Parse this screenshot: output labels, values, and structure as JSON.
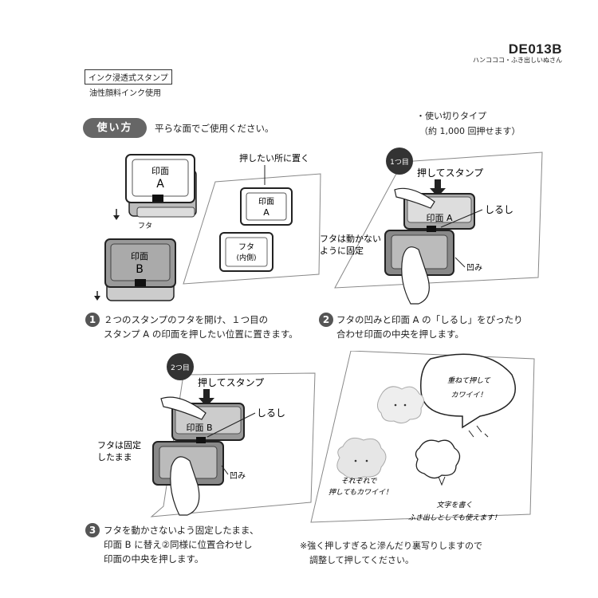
{
  "header": {
    "product_code": "DE013B",
    "product_name": "ハンコココ・ふき出しいぬさん"
  },
  "product_info": {
    "type_label": "インク浸透式スタンプ",
    "ink_label": "油性顔料インク使用"
  },
  "usage": {
    "badge": "使い方",
    "note": "平らな面でご使用ください。",
    "type_line1": "・使い切りタイプ",
    "type_line2": "（約 1,000 回押せます）"
  },
  "panel1": {
    "stamp_a_label": "印面",
    "stamp_a_letter": "A",
    "lid_label": "フタ",
    "stamp_b_label": "印面",
    "stamp_b_letter": "B",
    "place_label": "押したい所に置く",
    "paper_a_label": "印面",
    "paper_a_letter": "A",
    "paper_lid_label": "フタ",
    "paper_lid_sub": "(内側)"
  },
  "panel2": {
    "badge": "1つ目",
    "press_label": "押してスタンプ",
    "stamp_label": "印面 A",
    "mark_label": "しるし",
    "lid_fixed_1": "フタは動かない",
    "lid_fixed_2": "ように固定",
    "notch_label": "凹み"
  },
  "panel3": {
    "badge": "2つ目",
    "press_label": "押してスタンプ",
    "stamp_label": "印面 B",
    "mark_label": "しるし",
    "lid_fixed_1": "フタは固定",
    "lid_fixed_2": "したまま",
    "notch_label": "凹み"
  },
  "panel4": {
    "bubble_1": "重ねて押して",
    "bubble_2": "カワイイ！",
    "separate_1": "それぞれで",
    "separate_2": "押してもカワイイ！",
    "text_1": "文字を書く",
    "text_2": "ふき出しとしても使えます！"
  },
  "steps": [
    {
      "num": "1",
      "line1": "２つのスタンプのフタを開け、１つ目の",
      "line2": "スタンプ A の印面を押したい位置に置きます。"
    },
    {
      "num": "2",
      "line1": "フタの凹みと印面 A の「しるし」をぴったり",
      "line2": "合わせ印面の中央を押します。"
    },
    {
      "num": "3",
      "line1": "フタを動かさないよう固定したまま、",
      "line2": "印面 B に替え②同様に位置合わせし",
      "line3": "印面の中央を押します。"
    }
  ],
  "caution": {
    "line1": "※強く押しすぎると滲んだり裏写りしますので",
    "line2": "調整して押してください。"
  }
}
